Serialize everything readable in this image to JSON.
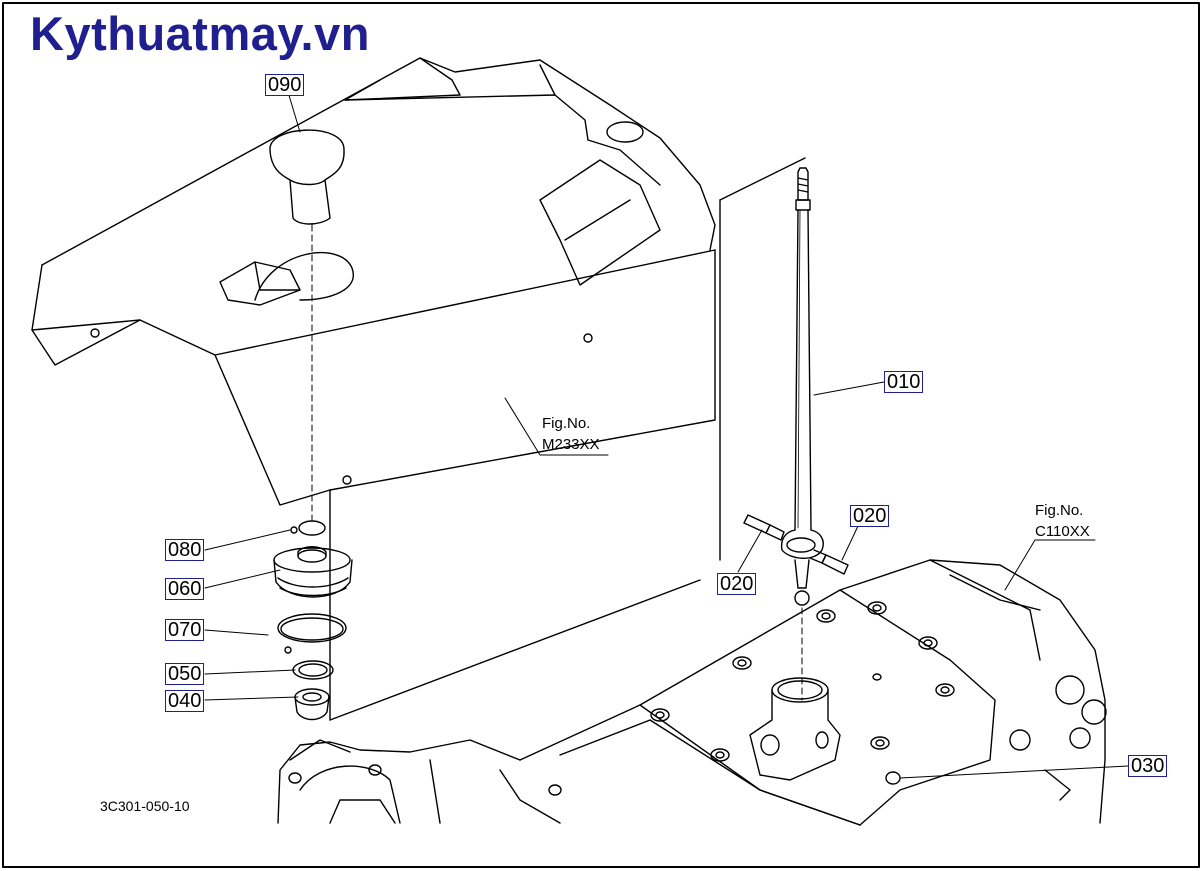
{
  "watermark": {
    "text": "Kythuatmay.vn",
    "color": "#1f1f8f"
  },
  "callouts": {
    "p010": "010",
    "p020a": "020",
    "p020b": "020",
    "p030": "030",
    "p040": "040",
    "p050": "050",
    "p060": "060",
    "p070": "070",
    "p080": "080",
    "p090": "090"
  },
  "figure_refs": {
    "cover": {
      "line1": "Fig.No.",
      "line2": "M233XX"
    },
    "transmission": {
      "line1": "Fig.No.",
      "line2": "C110XX"
    }
  },
  "document_id": "3C301-050-10"
}
